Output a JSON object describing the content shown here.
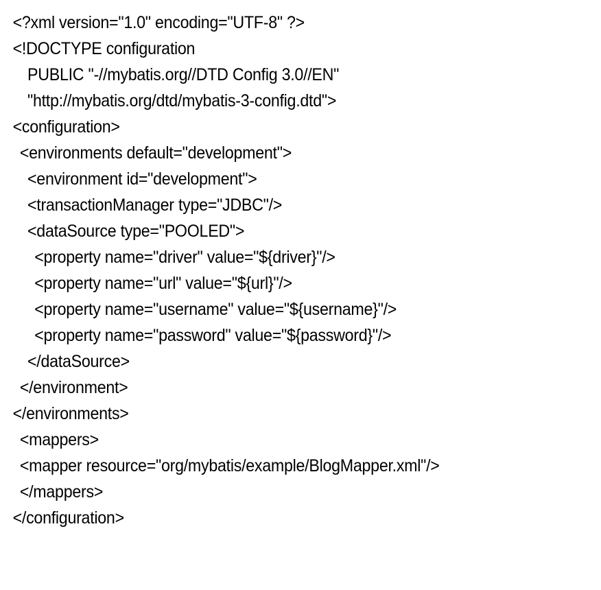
{
  "document": {
    "type": "xml-source-listing",
    "background_color": "#ffffff",
    "text_color": "#000000",
    "lines": [
      {
        "indent": 0,
        "text": "<?xml version=\"1.0\" encoding=\"UTF-8\" ?>"
      },
      {
        "indent": 0,
        "text": "<!DOCTYPE configuration"
      },
      {
        "indent": 2,
        "text": "PUBLIC \"-//mybatis.org//DTD Config 3.0//EN\""
      },
      {
        "indent": 2,
        "text": "\"http://mybatis.org/dtd/mybatis-3-config.dtd\">"
      },
      {
        "indent": 0,
        "text": "<configuration>"
      },
      {
        "indent": 1,
        "text": "<environments default=\"development\">"
      },
      {
        "indent": 2,
        "text": "<environment id=\"development\">"
      },
      {
        "indent": 2,
        "text": "<transactionManager type=\"JDBC\"/>"
      },
      {
        "indent": 2,
        "text": "<dataSource type=\"POOLED\">"
      },
      {
        "indent": 3,
        "text": "<property name=\"driver\" value=\"${driver}\"/>"
      },
      {
        "indent": 3,
        "text": "<property name=\"url\" value=\"${url}\"/>"
      },
      {
        "indent": 3,
        "text": "<property name=\"username\" value=\"${username}\"/>"
      },
      {
        "indent": 3,
        "text": "<property name=\"password\" value=\"${password}\"/>"
      },
      {
        "indent": 2,
        "text": "</dataSource>"
      },
      {
        "indent": 1,
        "text": "</environment>"
      },
      {
        "indent": 0,
        "text": "</environments>"
      },
      {
        "indent": 1,
        "text": "<mappers>"
      },
      {
        "indent": 1,
        "text": "<mapper resource=\"org/mybatis/example/BlogMapper.xml\"/>"
      },
      {
        "indent": 1,
        "text": "</mappers>"
      },
      {
        "indent": 0,
        "text": "</configuration>"
      }
    ]
  }
}
